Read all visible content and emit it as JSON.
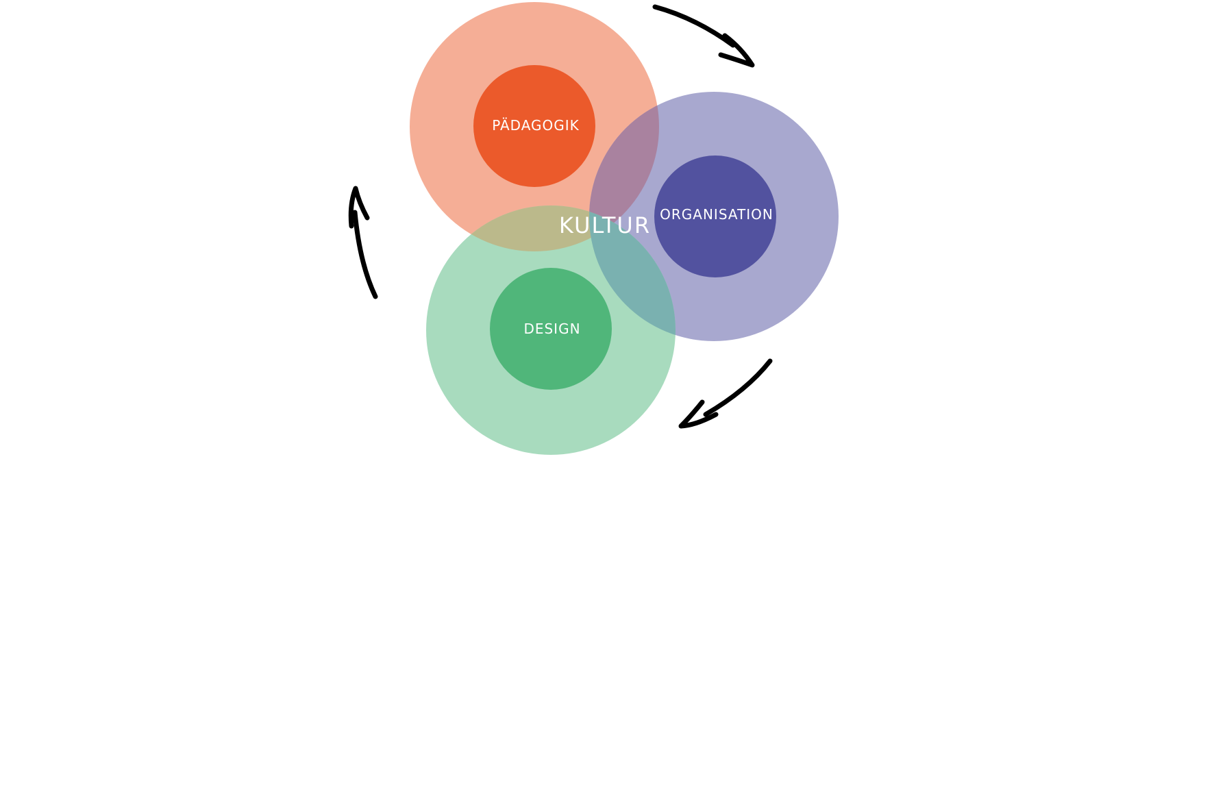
{
  "diagram": {
    "center_label": "KULTUR",
    "circles": [
      {
        "key": "paedagogik",
        "label": "PÄDAGOGIK",
        "outer_color": "#f5ae96",
        "inner_color": "#eb5a2b"
      },
      {
        "key": "organisation",
        "label": "ORGANISATION",
        "outer_color": "#a8a8cf",
        "inner_color": "#52529f"
      },
      {
        "key": "design",
        "label": "DESIGN",
        "outer_color": "#a8dbbe",
        "inner_color": "#50b67a"
      }
    ],
    "overlap_colors": {
      "paedagogik_organisation": "#a9829f",
      "paedagogik_design": "#bbb98b",
      "organisation_design": "#7ab1b0"
    },
    "arrow_color": "#000000"
  }
}
